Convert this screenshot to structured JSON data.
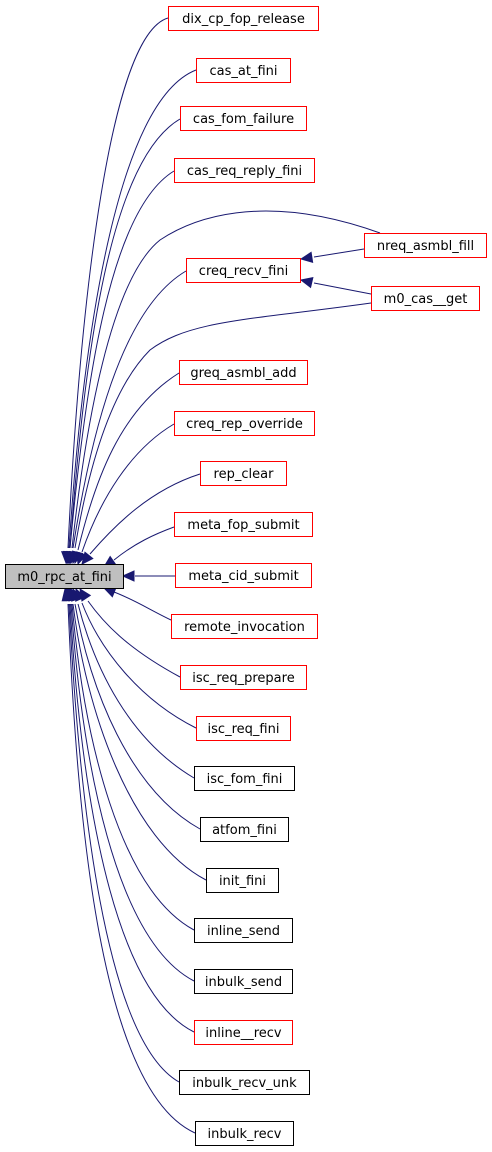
{
  "diagram": {
    "root": {
      "id": "m0_rpc_at_fini",
      "label": "m0_rpc_at_fini"
    },
    "colors": {
      "root_fill": "#bfbfbf",
      "red_border": "#ff0000",
      "black_border": "#000000",
      "edge": "#191970"
    },
    "nodes": [
      {
        "id": "dix_cp_fop_release",
        "label": "dix_cp_fop_release",
        "border": "red"
      },
      {
        "id": "cas_at_fini",
        "label": "cas_at_fini",
        "border": "red"
      },
      {
        "id": "cas_fom_failure",
        "label": "cas_fom_failure",
        "border": "red"
      },
      {
        "id": "cas_req_reply_fini",
        "label": "cas_req_reply_fini",
        "border": "red"
      },
      {
        "id": "creq_recv_fini",
        "label": "creq_recv_fini",
        "border": "red"
      },
      {
        "id": "nreq_asmbl_fill",
        "label": "nreq_asmbl_fill",
        "border": "red"
      },
      {
        "id": "m0_cas__get",
        "label": "m0_cas__get",
        "border": "red"
      },
      {
        "id": "greq_asmbl_add",
        "label": "greq_asmbl_add",
        "border": "red"
      },
      {
        "id": "creq_rep_override",
        "label": "creq_rep_override",
        "border": "red"
      },
      {
        "id": "rep_clear",
        "label": "rep_clear",
        "border": "red"
      },
      {
        "id": "meta_fop_submit",
        "label": "meta_fop_submit",
        "border": "red"
      },
      {
        "id": "meta_cid_submit",
        "label": "meta_cid_submit",
        "border": "red"
      },
      {
        "id": "remote_invocation",
        "label": "remote_invocation",
        "border": "red"
      },
      {
        "id": "isc_req_prepare",
        "label": "isc_req_prepare",
        "border": "red"
      },
      {
        "id": "isc_req_fini",
        "label": "isc_req_fini",
        "border": "red"
      },
      {
        "id": "isc_fom_fini",
        "label": "isc_fom_fini",
        "border": "black"
      },
      {
        "id": "atfom_fini",
        "label": "atfom_fini",
        "border": "black"
      },
      {
        "id": "init_fini",
        "label": "init_fini",
        "border": "black"
      },
      {
        "id": "inline_send",
        "label": "inline_send",
        "border": "black"
      },
      {
        "id": "inbulk_send",
        "label": "inbulk_send",
        "border": "black"
      },
      {
        "id": "inline__recv",
        "label": "inline__recv",
        "border": "red"
      },
      {
        "id": "inbulk_recv_unk",
        "label": "inbulk_recv_unk",
        "border": "black"
      },
      {
        "id": "inbulk_recv",
        "label": "inbulk_recv",
        "border": "black"
      }
    ],
    "edges": [
      {
        "from": "dix_cp_fop_release",
        "to": "m0_rpc_at_fini"
      },
      {
        "from": "cas_at_fini",
        "to": "m0_rpc_at_fini"
      },
      {
        "from": "cas_fom_failure",
        "to": "m0_rpc_at_fini"
      },
      {
        "from": "cas_req_reply_fini",
        "to": "m0_rpc_at_fini"
      },
      {
        "from": "nreq_asmbl_fill",
        "to": "m0_rpc_at_fini"
      },
      {
        "from": "creq_recv_fini",
        "to": "m0_rpc_at_fini"
      },
      {
        "from": "m0_cas__get",
        "to": "m0_rpc_at_fini"
      },
      {
        "from": "greq_asmbl_add",
        "to": "m0_rpc_at_fini"
      },
      {
        "from": "creq_rep_override",
        "to": "m0_rpc_at_fini"
      },
      {
        "from": "rep_clear",
        "to": "m0_rpc_at_fini"
      },
      {
        "from": "meta_fop_submit",
        "to": "m0_rpc_at_fini"
      },
      {
        "from": "meta_cid_submit",
        "to": "m0_rpc_at_fini"
      },
      {
        "from": "remote_invocation",
        "to": "m0_rpc_at_fini"
      },
      {
        "from": "isc_req_prepare",
        "to": "m0_rpc_at_fini"
      },
      {
        "from": "isc_req_fini",
        "to": "m0_rpc_at_fini"
      },
      {
        "from": "isc_fom_fini",
        "to": "m0_rpc_at_fini"
      },
      {
        "from": "atfom_fini",
        "to": "m0_rpc_at_fini"
      },
      {
        "from": "init_fini",
        "to": "m0_rpc_at_fini"
      },
      {
        "from": "inline_send",
        "to": "m0_rpc_at_fini"
      },
      {
        "from": "inbulk_send",
        "to": "m0_rpc_at_fini"
      },
      {
        "from": "inline__recv",
        "to": "m0_rpc_at_fini"
      },
      {
        "from": "inbulk_recv_unk",
        "to": "m0_rpc_at_fini"
      },
      {
        "from": "inbulk_recv",
        "to": "m0_rpc_at_fini"
      },
      {
        "from": "nreq_asmbl_fill",
        "to": "creq_recv_fini"
      },
      {
        "from": "m0_cas__get",
        "to": "creq_recv_fini"
      }
    ]
  }
}
